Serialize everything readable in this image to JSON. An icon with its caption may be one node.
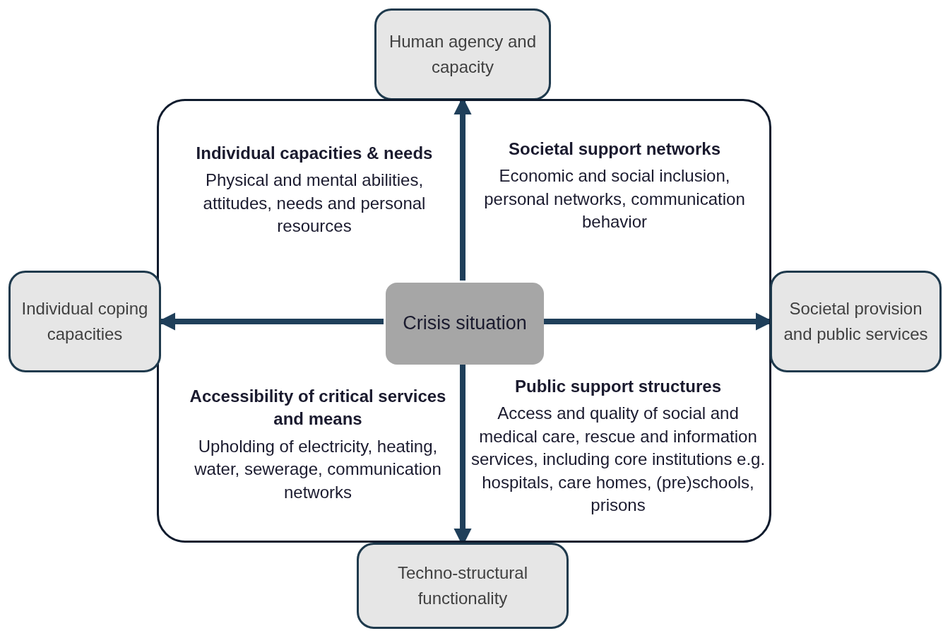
{
  "diagram": {
    "nodes": [
      {
        "text": [
          "Human agency and capacity"
        ]
      },
      {
        "text": [
          "Individual capacities & needs",
          "Physical and mental abilities, attitudes, needs and personal resources",
          "Societal support networks",
          "Economic and social inclusion, personal networks, communication behavior",
          "Accessibility of critical services and means",
          "Upholding of electricity, heating, water, sewerage, communication networks",
          "Public support structures",
          "Access and quality of social and medical care, rescue and information services, including core institutions e.g. hospitals, care homes, (pre)schools, prisons"
        ]
      },
      {
        "text": [
          "Individual coping capacities"
        ]
      },
      {
        "text": [
          "Crisis situation"
        ],
        "in": 1
      },
      {
        "text": [
          "Societal provision and public services"
        ]
      },
      {
        "text": [
          "Techno-structural functionality"
        ]
      }
    ],
    "edges": [
      {
        "from": 3,
        "to": 0,
        "arrow": "to"
      },
      {
        "from": 3,
        "to": 2,
        "arrow": "to"
      },
      {
        "from": 3,
        "to": 4,
        "arrow": "to"
      },
      {
        "from": 3,
        "to": 5,
        "arrow": "to"
      }
    ]
  }
}
